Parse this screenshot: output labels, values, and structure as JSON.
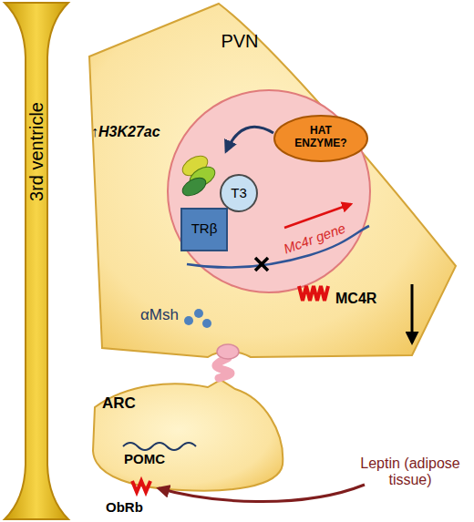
{
  "diagram": {
    "nodes": [
      {
        "text": [
          "3rd ventricle"
        ]
      },
      {
        "text": [
          "PVN",
          "↑H3K27ac",
          "MC4R",
          "αMsh"
        ]
      },
      {
        "text": [
          "Mc4r gene"
        ],
        "in": 1
      },
      {
        "text": [
          "HAT ENZYME?"
        ],
        "in": 2
      },
      {
        "text": [
          "T3"
        ],
        "in": 2
      },
      {
        "text": [
          "TRβ"
        ],
        "in": 2
      },
      {
        "text": [
          "ARC",
          "POMC"
        ]
      }
    ],
    "edges": [
      {
        "from": 6,
        "to": 1,
        "arrow": "none"
      }
    ],
    "labels": [
      "ObRb",
      "Leptin (adipose tissue)"
    ]
  }
}
